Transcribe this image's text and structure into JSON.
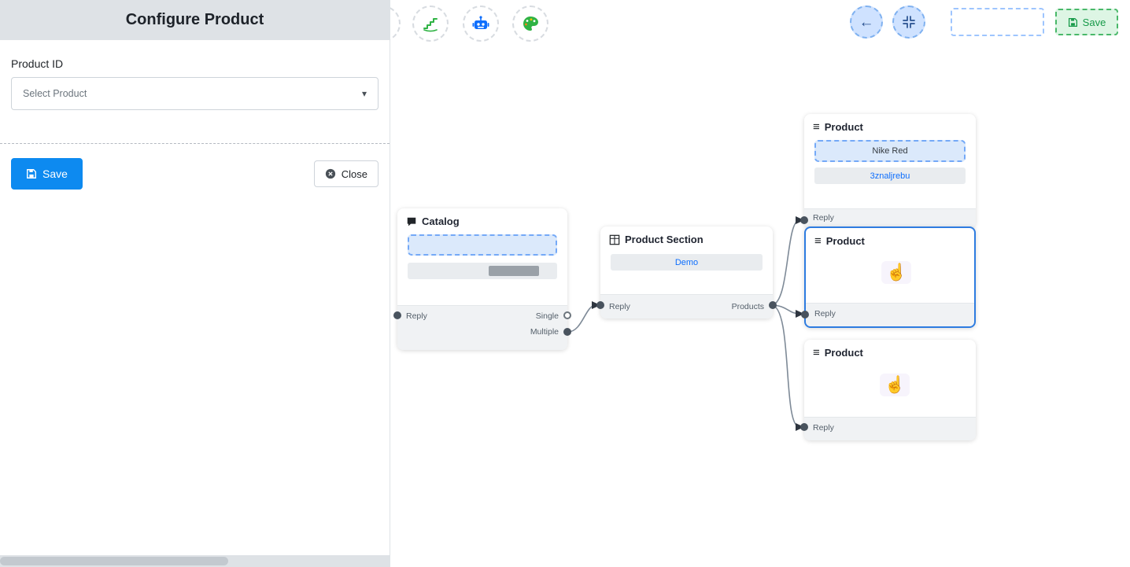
{
  "panel": {
    "title": "Configure Product",
    "product_id_label": "Product ID",
    "select_value": "Select Product",
    "save_label": "Save",
    "close_label": "Close"
  },
  "top_controls": {
    "save_label": "Save"
  },
  "icons": {
    "chevron_down": "▾",
    "menu": "≡",
    "back_arrow": "←",
    "hand_cursor": "☝"
  },
  "nodes": {
    "catalog": {
      "title": "Catalog",
      "reply_label": "Reply",
      "single_label": "Single",
      "multiple_label": "Multiple"
    },
    "product_section": {
      "title": "Product Section",
      "value": "Demo",
      "reply_label": "Reply",
      "products_label": "Products"
    },
    "product_top": {
      "title": "Product",
      "input_value": "Nike Red",
      "variant_value": "3znaljrebu",
      "reply_label": "Reply"
    },
    "product_middle": {
      "title": "Product",
      "reply_label": "Reply"
    },
    "product_bottom": {
      "title": "Product",
      "reply_label": "Reply"
    }
  },
  "colors": {
    "primary_blue": "#0d8af0",
    "accent_blue": "#0d6efd",
    "selected_border": "#2e7ce0",
    "save_green": "#179a49",
    "edge_gray": "#7e8a97",
    "panel_header_gray": "#dee2e6"
  }
}
